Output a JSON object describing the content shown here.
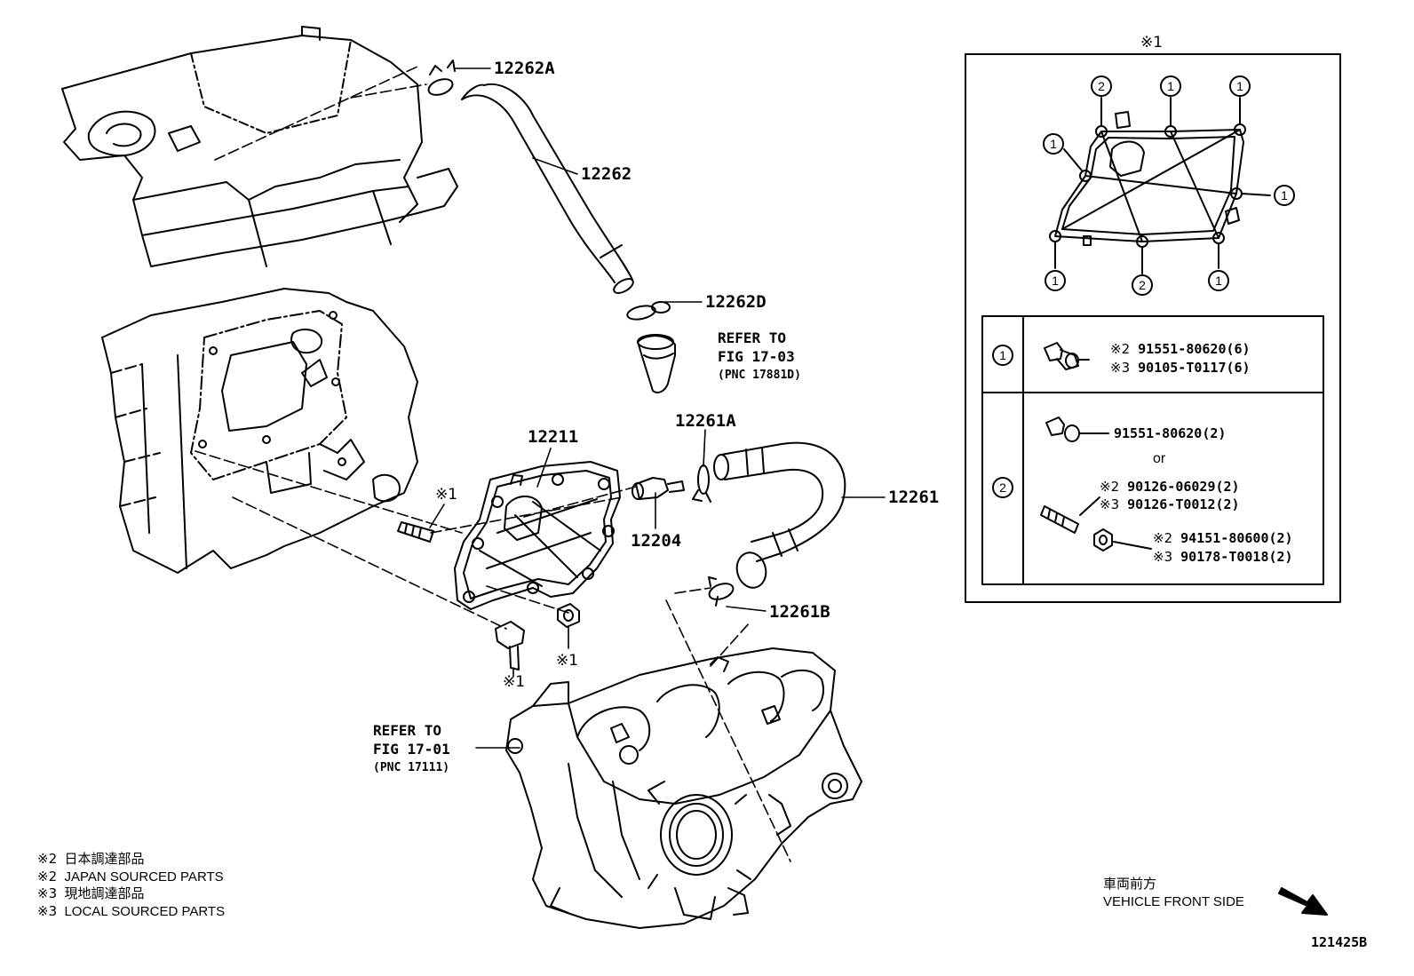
{
  "callouts": {
    "c12262A": "12262A",
    "c12262": "12262",
    "c12262D": "12262D",
    "c12211": "12211",
    "c12261A": "12261A",
    "c12261": "12261",
    "c12204": "12204",
    "c12261B": "12261B"
  },
  "refs": {
    "ref_17_03": {
      "line1": "REFER TO",
      "line2": "FIG 17-03",
      "line3": "(PNC 17881D)"
    },
    "ref_17_01": {
      "line1": "REFER TO",
      "line2": "FIG 17-01",
      "line3": "(PNC 17111)"
    }
  },
  "marks": {
    "stud": "※1",
    "bolt": "※1",
    "nut": "※1",
    "detail_title": "※1"
  },
  "detail": {
    "numbers": {
      "one": "1",
      "two": "2"
    },
    "row1": {
      "m2": "※2",
      "p2": "91551-80620(6)",
      "m3": "※3",
      "p3": "90105-T0117(6)"
    },
    "row2": {
      "a": "91551-80620(2)",
      "or": "or",
      "m2a": "※2",
      "p2a": "90126-06029(2)",
      "m3a": "※3",
      "p3a": "90126-T0012(2)",
      "m2b": "※2",
      "p2b": "94151-80600(2)",
      "m3b": "※3",
      "p3b": "90178-T0018(2)"
    }
  },
  "notes": {
    "n1": {
      "mark": "※2",
      "text": "日本調達部品"
    },
    "n2": {
      "mark": "※2",
      "text": "JAPAN SOURCED PARTS"
    },
    "n3": {
      "mark": "※3",
      "text": "現地調達部品"
    },
    "n4": {
      "mark": "※3",
      "text": "LOCAL SOURCED PARTS"
    }
  },
  "front": {
    "jp": "車両前方",
    "en": "VEHICLE FRONT SIDE"
  },
  "figure_id": "121425B"
}
